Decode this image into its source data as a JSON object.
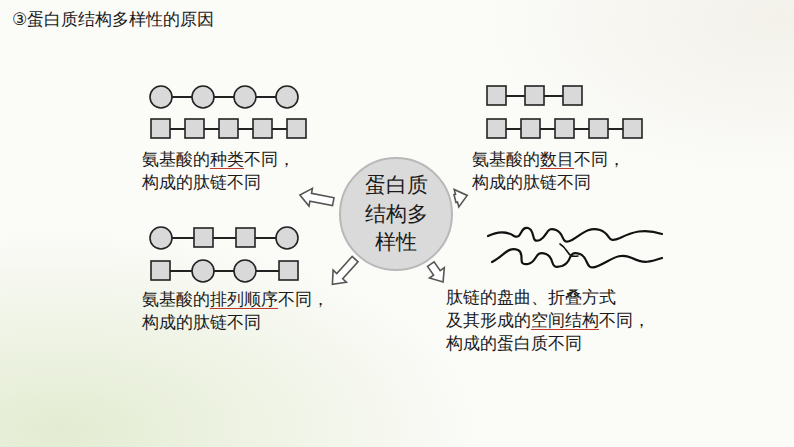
{
  "diagram": {
    "title": "③蛋白质结构多样性的原因",
    "nodes": [
      {
        "text": [
          "蛋白质结构多样性"
        ]
      },
      {
        "text": [
          "氨基酸的种类不同，构成的肽链不同"
        ]
      },
      {
        "text": [
          "氨基酸的数目不同，构成的肽链不同"
        ]
      },
      {
        "text": [
          "氨基酸的排列顺序不同，构成的肽链不同"
        ]
      },
      {
        "text": [
          "肽链的盘曲、折叠方式及其形成的空间结构不同，构成的蛋白质不同"
        ]
      }
    ],
    "edges": [
      {
        "from": 0,
        "to": 1,
        "arrow": "to"
      },
      {
        "from": 0,
        "to": 2,
        "arrow": "to"
      },
      {
        "from": 0,
        "to": 3,
        "arrow": "to"
      },
      {
        "from": 0,
        "to": 4,
        "arrow": "to"
      }
    ]
  }
}
